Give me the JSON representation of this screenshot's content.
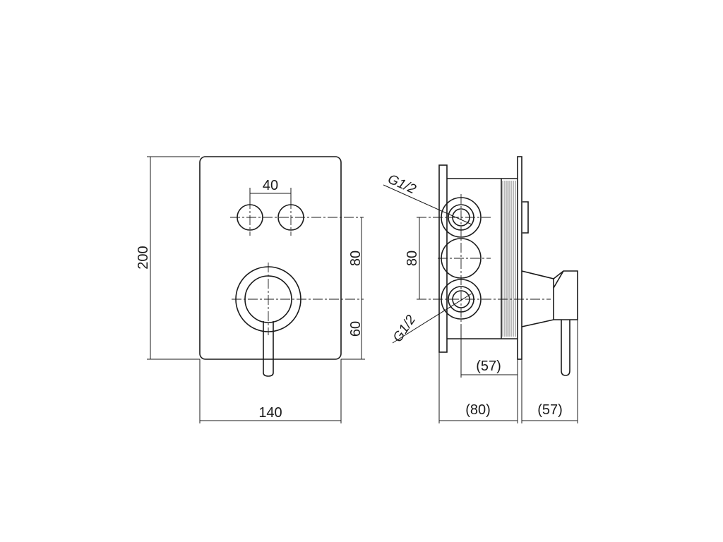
{
  "front_view": {
    "dim_height": "200",
    "dim_width": "140",
    "dim_button_spacing": "40",
    "dim_buttons_to_lever": "80",
    "dim_lever_to_bottom": "60"
  },
  "side_view": {
    "thread_top": "G1/2",
    "thread_bottom": "G1/2",
    "dim_ports_spacing": "80",
    "dim_inner_depth": "(57)",
    "dim_body_depth": "(80)",
    "dim_handle_projection": "(57)"
  },
  "colors": {
    "line": "#1a1a1a",
    "background": "#ffffff"
  }
}
